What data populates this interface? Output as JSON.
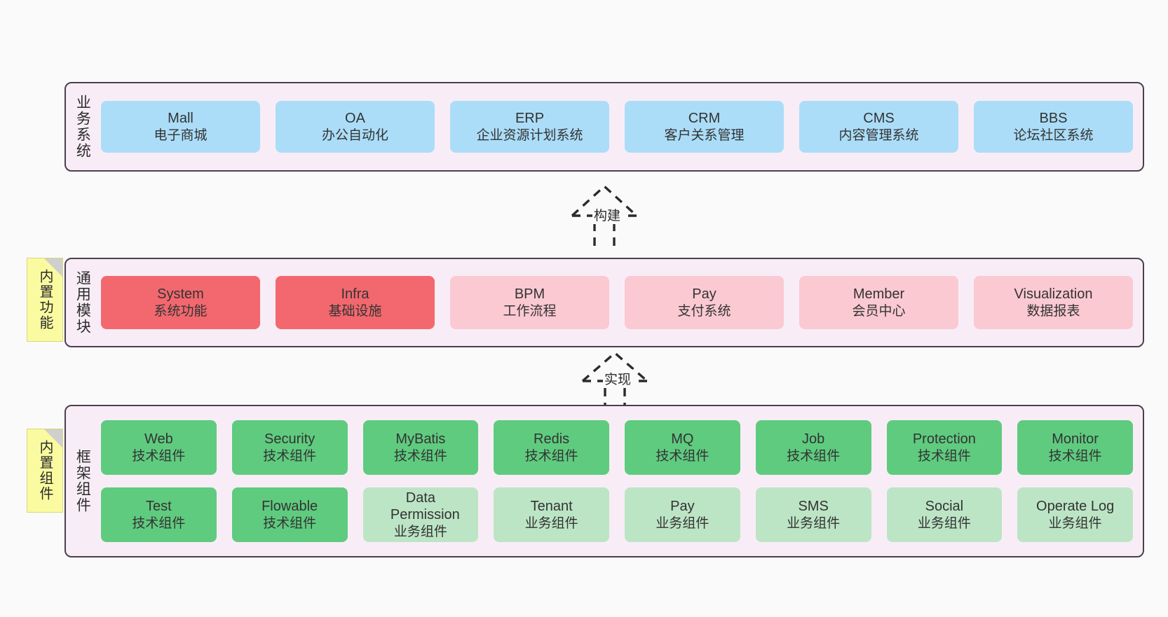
{
  "diagram": {
    "background_color": "#FAFAFA",
    "layer_background": "#F8EDF6",
    "layer_border": "#4A404D",
    "colors": {
      "business": "#ABDDF8",
      "module_core": "#F2686E",
      "module_optional": "#FBC9D2",
      "tech_component": "#5FCB7F",
      "biz_component": "#BCE5C5",
      "sticky": "#FAFAA0",
      "sticky_fold": "#CFCFCF"
    }
  },
  "layers": [
    {
      "id": "business-systems",
      "title": "业务系统",
      "rows": [
        [
          {
            "title": "Mall",
            "sub": "电子商城"
          },
          {
            "title": "OA",
            "sub": "办公自动化"
          },
          {
            "title": "ERP",
            "sub": "企业资源计划系统"
          },
          {
            "title": "CRM",
            "sub": "客户关系管理"
          },
          {
            "title": "CMS",
            "sub": "内容管理系统"
          },
          {
            "title": "BBS",
            "sub": "论坛社区系统"
          }
        ]
      ]
    },
    {
      "id": "common-modules",
      "title": "通用模块",
      "sticky": "内置功能",
      "rows": [
        [
          {
            "title": "System",
            "sub": "系统功能"
          },
          {
            "title": "Infra",
            "sub": "基础设施"
          },
          {
            "title": "BPM",
            "sub": "工作流程"
          },
          {
            "title": "Pay",
            "sub": "支付系统"
          },
          {
            "title": "Member",
            "sub": "会员中心"
          },
          {
            "title": "Visualization",
            "sub": "数据报表"
          }
        ]
      ]
    },
    {
      "id": "framework-components",
      "title": "框架组件",
      "sticky": "内置组件",
      "rows": [
        [
          {
            "title": "Web",
            "sub": "技术组件"
          },
          {
            "title": "Security",
            "sub": "技术组件"
          },
          {
            "title": "MyBatis",
            "sub": "技术组件"
          },
          {
            "title": "Redis",
            "sub": "技术组件"
          },
          {
            "title": "MQ",
            "sub": "技术组件"
          },
          {
            "title": "Job",
            "sub": "技术组件"
          },
          {
            "title": "Protection",
            "sub": "技术组件"
          },
          {
            "title": "Monitor",
            "sub": "技术组件"
          }
        ],
        [
          {
            "title": "Test",
            "sub": "技术组件"
          },
          {
            "title": "Flowable",
            "sub": "技术组件"
          },
          {
            "title": "Data Permission",
            "sub": "业务组件"
          },
          {
            "title": "Tenant",
            "sub": "业务组件"
          },
          {
            "title": "Pay",
            "sub": "业务组件"
          },
          {
            "title": "SMS",
            "sub": "业务组件"
          },
          {
            "title": "Social",
            "sub": "业务组件"
          },
          {
            "title": "Operate Log",
            "sub": "业务组件"
          }
        ]
      ]
    }
  ],
  "connectors": [
    {
      "id": "build",
      "label": "构建",
      "from": "common-modules",
      "to": "business-systems",
      "style": "dashed-hollow-arrow-up"
    },
    {
      "id": "implement",
      "label": "实现",
      "from": "framework-components",
      "to": "common-modules",
      "style": "dashed-hollow-arrow-up"
    }
  ]
}
